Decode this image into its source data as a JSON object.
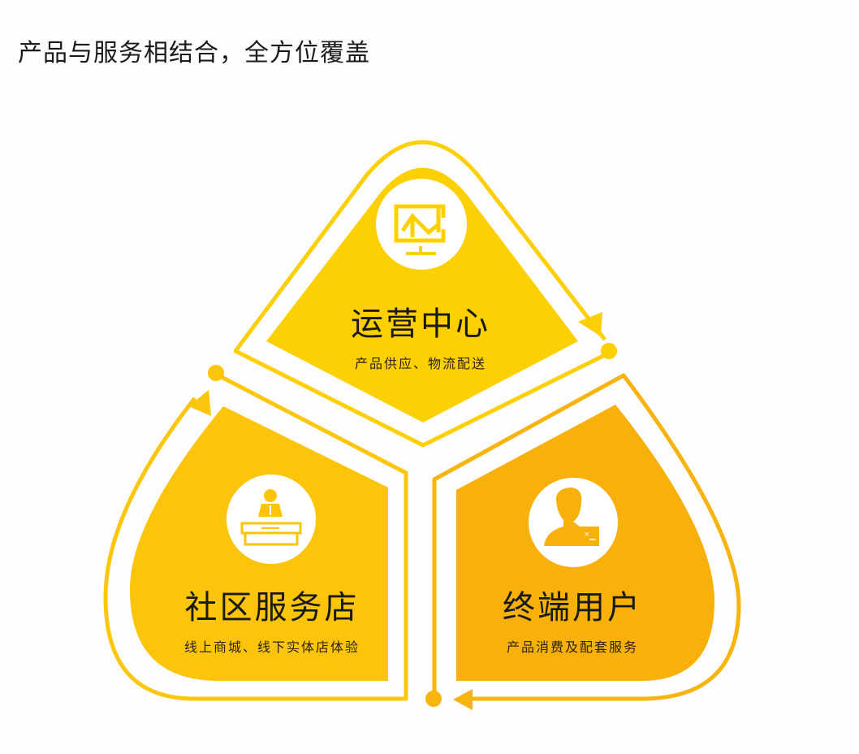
{
  "title": "产品与服务相结合，全方位覆盖",
  "colors": {
    "top_petal": "#fdd003",
    "left_petal": "#fcc40a",
    "right_petal": "#f8b00a",
    "outline": "#fcc60c",
    "icon_bg": "#ffffff",
    "text": "#1a1a14"
  },
  "nodes": [
    {
      "id": "operations",
      "icon": "monitor-chart-icon",
      "title": "运营中心",
      "subtitle": "产品供应、物流配送"
    },
    {
      "id": "community-store",
      "icon": "service-desk-icon",
      "title": "社区服务店",
      "subtitle": "线上商城、线下实体店体验"
    },
    {
      "id": "end-user",
      "icon": "user-card-icon",
      "title": "终端用户",
      "subtitle": "产品消费及配套服务"
    }
  ]
}
